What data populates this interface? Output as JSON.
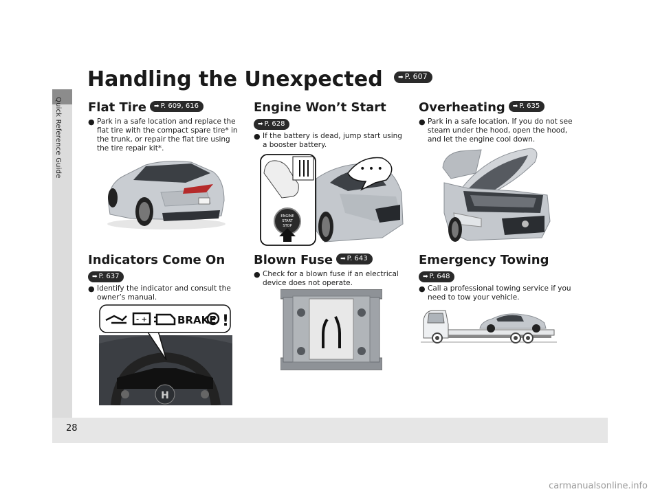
{
  "sidebar": {
    "label": "Quick Reference Guide"
  },
  "page": {
    "number": "28"
  },
  "watermark": "carmanualsonline.info",
  "header": {
    "title": "Handling the Unexpected",
    "ref": "P. 607"
  },
  "sections": {
    "flat_tire": {
      "title": "Flat Tire",
      "ref": "P. 609, 616",
      "bullet": "Park in a safe location and replace the flat tire with the compact spare tire* in the trunk, or repair the flat tire using the tire repair kit*."
    },
    "engine_wont_start": {
      "title": "Engine Won’t Start",
      "ref": "P. 628",
      "bullet": "If the battery is dead, jump start using a booster battery.",
      "button_text": [
        "ENGINE",
        "START",
        "STOP"
      ],
      "bubble": "• • •"
    },
    "overheating": {
      "title": "Overheating",
      "ref": "P. 635",
      "bullet": "Park in a safe location. If you do not see steam under the hood, open the hood, and let the engine cool down."
    },
    "indicators": {
      "title": "Indicators Come On",
      "ref": "P. 637",
      "bullet": "Identify the indicator and consult the owner’s manual.",
      "brake_label": "BRAKE"
    },
    "blown_fuse": {
      "title": "Blown Fuse",
      "ref": "P. 643",
      "bullet": "Check for a blown fuse if an electrical device does not operate."
    },
    "towing": {
      "title": "Emergency Towing",
      "ref": "P. 648",
      "bullet": "Call a professional towing service if you need to tow your vehicle."
    }
  },
  "ref_arrow": "➡",
  "bullet_glyph": "●"
}
